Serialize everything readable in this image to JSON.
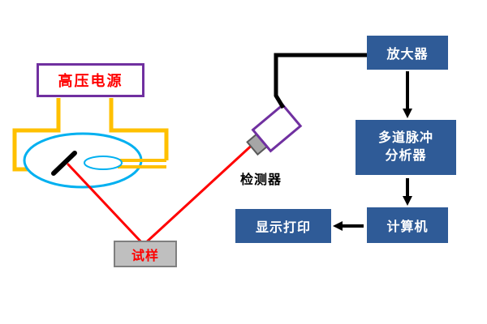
{
  "nodes": {
    "power_supply": {
      "label": "高压电源"
    },
    "sample": {
      "label": "试样"
    },
    "detector": {
      "label": "检测器"
    },
    "amplifier": {
      "label": "放大器"
    },
    "analyzer": {
      "line1": "多道脉冲",
      "line2": "分析器"
    },
    "computer": {
      "label": "计算机"
    },
    "display_print": {
      "label": "显示打印"
    }
  },
  "colors": {
    "blue_box": "#2F5B97",
    "purple_border": "#7030A0",
    "wire_yellow": "#FFC000",
    "tube_cyan": "#00B0F0",
    "beam_red": "#FF0000",
    "sample_fill": "#BFBFBF",
    "red_text": "#FF0000",
    "box_text": "#FFFFFF",
    "line_black": "#000000"
  }
}
